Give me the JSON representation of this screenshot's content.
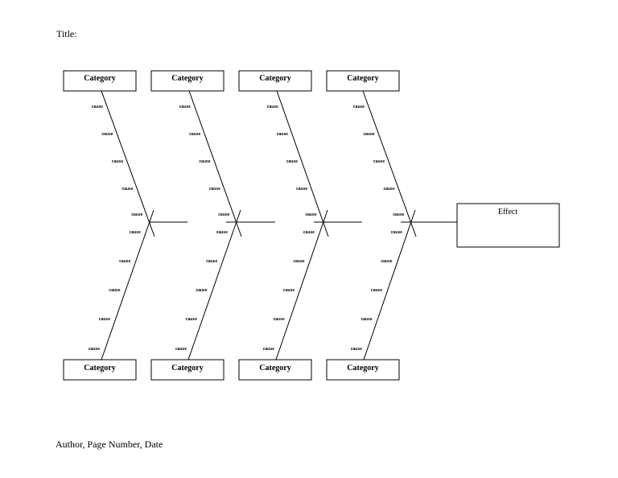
{
  "title_label": "Title:",
  "footer_label": "Author, Page Number, Date",
  "effect": {
    "label": "Effect"
  },
  "categories_top": [
    {
      "label": "Category",
      "causes": [
        "cause",
        "cause",
        "cause",
        "cause",
        "cause"
      ]
    },
    {
      "label": "Category",
      "causes": [
        "cause",
        "cause",
        "cause",
        "cause",
        "cause"
      ]
    },
    {
      "label": "Category",
      "causes": [
        "cause",
        "cause",
        "cause",
        "cause",
        "cause"
      ]
    },
    {
      "label": "Category",
      "causes": [
        "cause",
        "cause",
        "cause",
        "cause",
        "cause"
      ]
    }
  ],
  "categories_bottom": [
    {
      "label": "Category",
      "causes": [
        "cause",
        "cause",
        "cause",
        "cause",
        "cause"
      ]
    },
    {
      "label": "Category",
      "causes": [
        "cause",
        "cause",
        "cause",
        "cause",
        "cause"
      ]
    },
    {
      "label": "Category",
      "causes": [
        "cause",
        "cause",
        "cause",
        "cause",
        "cause"
      ]
    },
    {
      "label": "Category",
      "causes": [
        "cause",
        "cause",
        "cause",
        "cause",
        "cause"
      ]
    }
  ],
  "colors": {
    "line": "#000000",
    "background": "#ffffff"
  }
}
